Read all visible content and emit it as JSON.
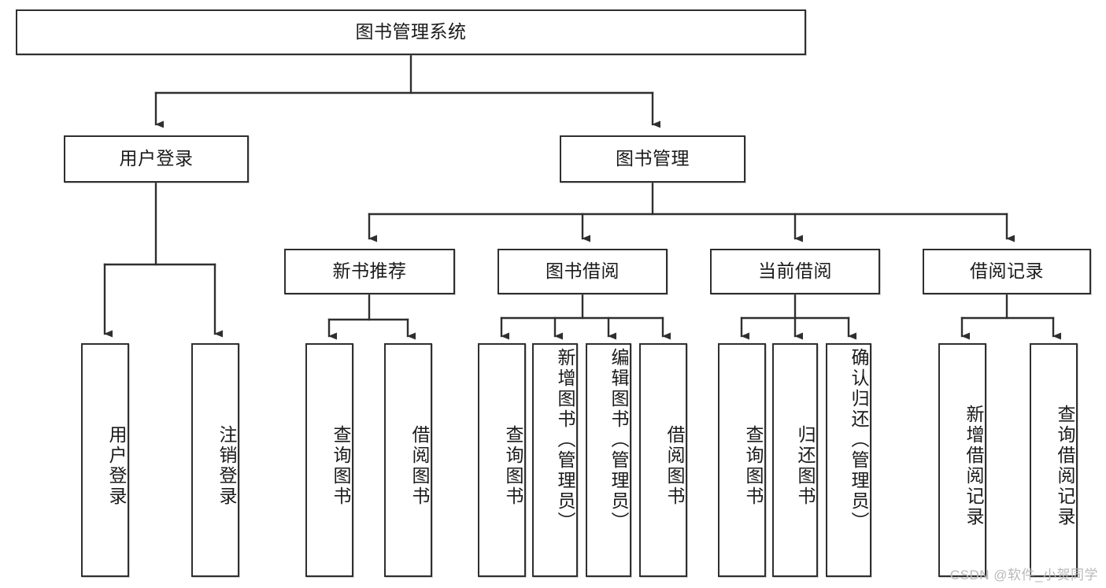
{
  "diagram": {
    "type": "hierarchy-tree",
    "title": "图书管理系统",
    "watermark": "CSDN @软件_小贺同学",
    "levels": [
      {
        "level": 1,
        "nodes": [
          {
            "id": "root",
            "label": "图书管理系统",
            "orientation": "horizontal"
          }
        ]
      },
      {
        "level": 2,
        "nodes": [
          {
            "id": "login",
            "label": "用户登录",
            "orientation": "horizontal",
            "parent": "root"
          },
          {
            "id": "bookmgmt",
            "label": "图书管理",
            "orientation": "horizontal",
            "parent": "root"
          }
        ]
      },
      {
        "level": 3,
        "nodes": [
          {
            "id": "newbook",
            "label": "新书推荐",
            "orientation": "horizontal",
            "parent": "bookmgmt"
          },
          {
            "id": "borrow",
            "label": "图书借阅",
            "orientation": "horizontal",
            "parent": "bookmgmt"
          },
          {
            "id": "current",
            "label": "当前借阅",
            "orientation": "horizontal",
            "parent": "bookmgmt"
          },
          {
            "id": "records",
            "label": "借阅记录",
            "orientation": "horizontal",
            "parent": "bookmgmt"
          }
        ]
      },
      {
        "level": 4,
        "nodes": [
          {
            "id": "leaf1",
            "label": "用户登录",
            "orientation": "vertical",
            "parent": "login"
          },
          {
            "id": "leaf2",
            "label": "注销登录",
            "orientation": "vertical",
            "parent": "login"
          },
          {
            "id": "leaf3",
            "label": "查询图书",
            "orientation": "vertical",
            "parent": "newbook"
          },
          {
            "id": "leaf4",
            "label": "借阅图书",
            "orientation": "vertical",
            "parent": "newbook"
          },
          {
            "id": "leaf5",
            "label": "查询图书",
            "orientation": "vertical",
            "parent": "borrow"
          },
          {
            "id": "leaf6",
            "label": "新增图书（管理员）",
            "orientation": "vertical",
            "parent": "borrow"
          },
          {
            "id": "leaf7",
            "label": "编辑图书（管理员）",
            "orientation": "vertical",
            "parent": "borrow"
          },
          {
            "id": "leaf8",
            "label": "借阅图书",
            "orientation": "vertical",
            "parent": "borrow"
          },
          {
            "id": "leaf9",
            "label": "查询图书",
            "orientation": "vertical",
            "parent": "current"
          },
          {
            "id": "leaf10",
            "label": "归还图书",
            "orientation": "vertical",
            "parent": "current"
          },
          {
            "id": "leaf11",
            "label": "确认归还（管理员）",
            "orientation": "vertical",
            "parent": "current"
          },
          {
            "id": "leaf12",
            "label": "新增借阅记录",
            "orientation": "vertical",
            "parent": "records"
          },
          {
            "id": "leaf13",
            "label": "查询借阅记录",
            "orientation": "vertical",
            "parent": "records"
          }
        ]
      }
    ],
    "colors": {
      "stroke": "#2f2f2f",
      "fill": "#ffffff",
      "text": "#1a1a1a",
      "watermark": "#b9b9b9"
    }
  }
}
